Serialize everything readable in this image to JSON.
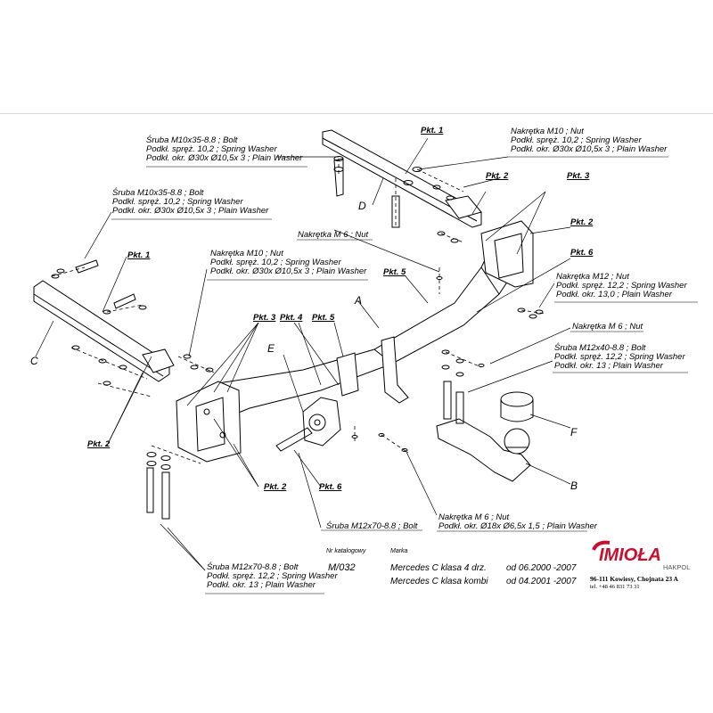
{
  "labels": {
    "bolt_m10_top": [
      "Śruba M10x35-8.8 ;  Bolt",
      "Podkł. spręż. 10,2 ; Spring Washer",
      "Podkł. okr.  Ø30x Ø10,5x 3 ; Plain Washer"
    ],
    "nut_m10_topright": [
      "Nakrętka  M10 ; Nut",
      "Podkł. spręż. 10,2 ; Spring Washer",
      "Podkł. okr.  Ø30x Ø10,5x 3 ; Plain Washer"
    ],
    "bolt_m10_left": [
      "Śruba M10x35-8.8 ;  Bolt",
      "Podkł. spręż. 10,2 ; Spring Washer",
      "Podkł. okr.  Ø30x Ø10,5x 3 ; Plain Washer"
    ],
    "nut_m6_top": "Nakrętka  M 6 ; Nut",
    "nut_m10_mid": [
      "Nakrętka  M10 ; Nut",
      "Podkł. spręż. 10,2 ; Spring Washer",
      "Podkł. okr.  Ø30x Ø10,5x 3 ; Plain Washer"
    ],
    "nut_m12_right": [
      "Nakrętka  M12 ; Nut",
      "Podkł. spręż. 12,2 ; Spring Washer",
      "Podkł. okr. 13,0 ; Plain Washer"
    ],
    "nut_m6_right": "Nakrętka  M 6 ; Nut",
    "bolt_m12x40_right": [
      "Śruba M12x40-8.8 ;  Bolt",
      "Podkł. spręż. 12,2 ; Spring Washer",
      "Podkł. okr. 13 ; Plain Washer"
    ],
    "bolt_m12x70_mid": "Śruba M12x70-8.8 ;  Bolt",
    "nut_m6_bottom": [
      "Nakrętka  M 6 ; Nut",
      "Podkł. okr.  Ø18x Ø6,5x 1,5 ; Plain Washer"
    ],
    "bolt_m12x70_bottom": [
      "Śruba M12x70-8.8 ;  Bolt",
      "Podkł. spręż. 12,2 ; Spring Washer",
      "Podkł. okr. 13 ; Plain Washer"
    ]
  },
  "points": {
    "pkt1_top": "Pkt. 1",
    "pkt2_topright": "Pkt. 2",
    "pkt3_topright": "Pkt. 3",
    "pkt2_right": "Pkt. 2",
    "pkt6_right": "Pkt. 6",
    "pkt1_left": "Pkt. 1",
    "pkt5_mid": "Pkt. 5",
    "pkt3_center": "Pkt. 3",
    "pkt4_center": "Pkt. 4",
    "pkt5_center": "Pkt. 5",
    "pkt2_left": "Pkt. 2",
    "pkt2_bottom": "Pkt. 2",
    "pkt6_bottom": "Pkt. 6"
  },
  "parts": {
    "A": "A",
    "B": "B",
    "C": "C",
    "D": "D",
    "E": "E",
    "F": "F"
  },
  "catalog": {
    "nr_header": "Nr katalogowy",
    "marka_header": "Marka",
    "nr": "M/032",
    "rows": [
      {
        "model": "Mercedes C klasa 4 drz.",
        "period": "od 06.2000 -2007"
      },
      {
        "model": "Mercedes C klasa kombi",
        "period": "od 04.2001 -2007"
      }
    ]
  },
  "company": {
    "logo_text": "IMIOŁA",
    "logo_sub": "HAKPOL",
    "address": "96-111 Kowiesy, Chojnata 23 A",
    "tel": "tel. +48 46 831 73 31",
    "brand_color": "#c8102e"
  }
}
